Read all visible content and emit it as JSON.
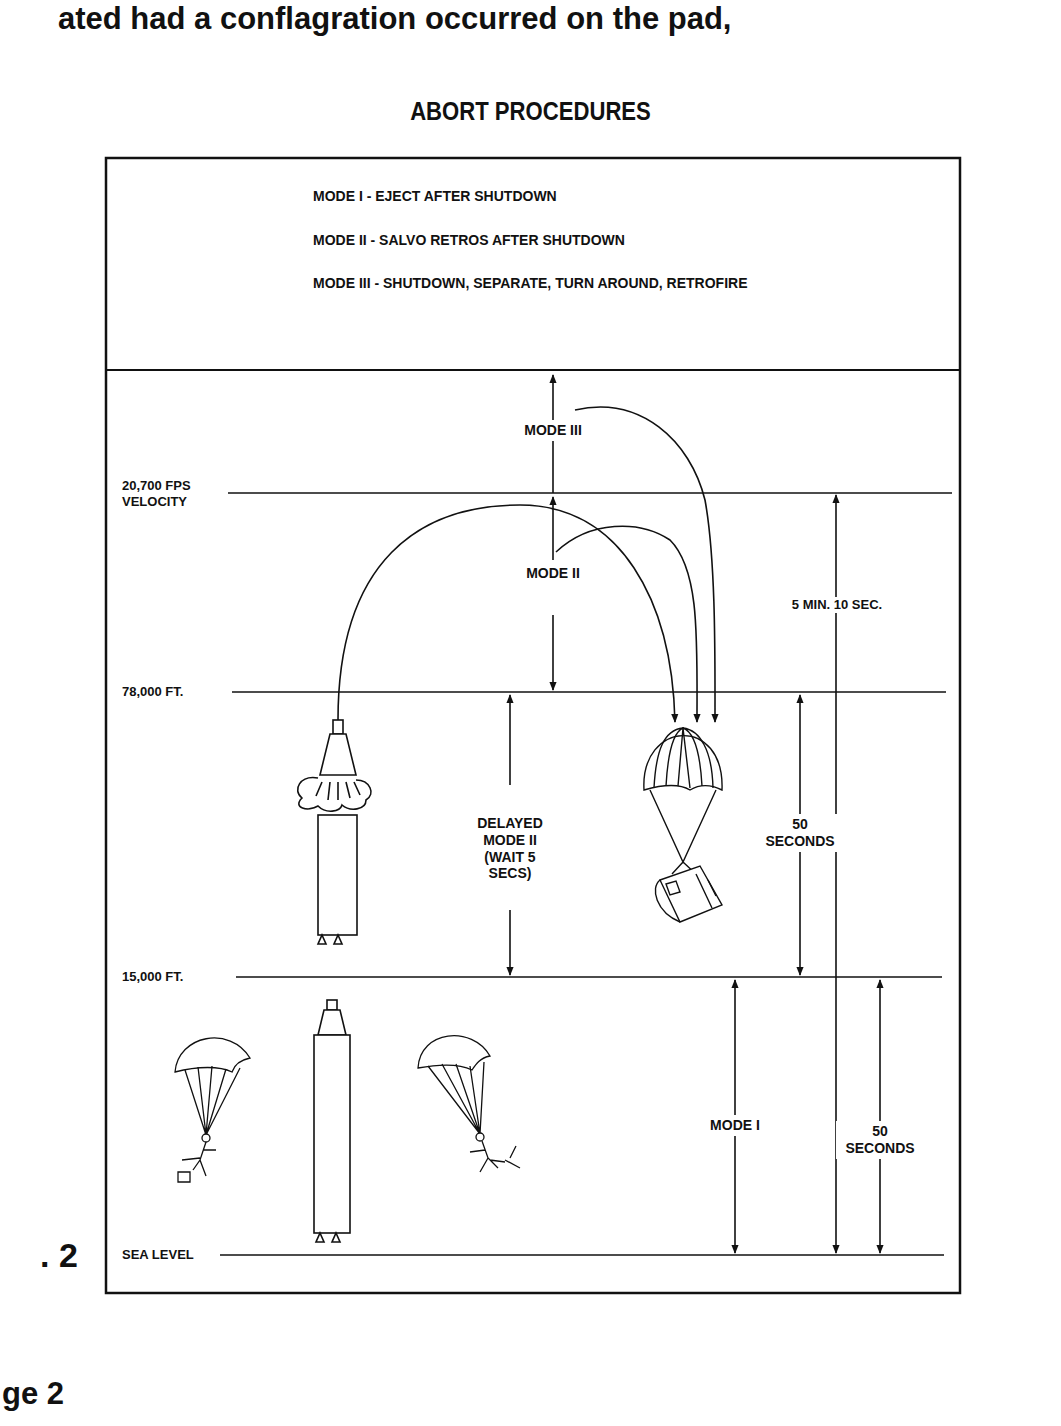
{
  "diagram": {
    "title": "ABORT PROCEDURES",
    "nodes": [
      {
        "text": [
          "MODE I - EJECT AFTER SHUTDOWN",
          "MODE II - SALVO RETROS AFTER SHUTDOWN",
          "MODE III - SHUTDOWN, SEPARATE, TURN AROUND, RETROFIRE"
        ]
      }
    ],
    "labels": [
      "ated had a conflagration occurred on the pad,",
      "MODE III",
      "20,700 FPS VELOCITY",
      "MODE II",
      "5 MIN. 10 SEC.",
      "78,000 FT.",
      "DELAYED MODE II (WAIT 5 SECS)",
      "50 SECONDS",
      "15,000 FT.",
      "MODE I",
      "50 SECONDS",
      "SEA LEVEL",
      ". 2",
      "ge 2"
    ]
  }
}
